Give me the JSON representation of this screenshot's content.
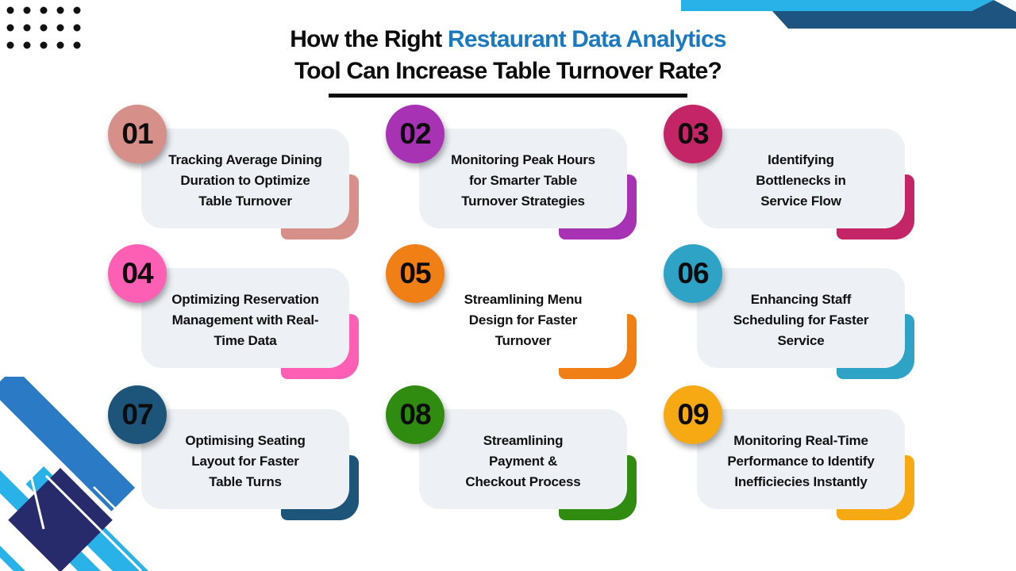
{
  "title": {
    "line1_black": "How the Right",
    "line1_blue": "Restaurant Data Analytics",
    "line2": "Tool Can Increase Table Turnover Rate?",
    "highlight_color": "#1b79c0"
  },
  "cards": [
    {
      "number": "01",
      "color": "#d78f89",
      "card_bg": "#edf1f6",
      "title_lines": [
        "Tracking Average Dining",
        "Duration to Optimize",
        "Table Turnover"
      ]
    },
    {
      "number": "02",
      "color": "#a832b4",
      "card_bg": "#edf1f6",
      "title_lines": [
        "Monitoring Peak Hours",
        "for Smarter Table",
        "Turnover Strategies"
      ]
    },
    {
      "number": "03",
      "color": "#c32566",
      "card_bg": "#edf1f6",
      "title_lines": [
        "Identifying",
        "Bottlenecks in",
        "Service Flow"
      ]
    },
    {
      "number": "04",
      "color": "#fc5fb4",
      "card_bg": "#edf1f6",
      "title_lines": [
        "Optimizing Reservation",
        "Management with Real-",
        "Time Data"
      ]
    },
    {
      "number": "05",
      "color": "#f07f16",
      "card_bg": "#ffffff",
      "title_lines": [
        "Streamlining Menu",
        "Design for Faster",
        "Turnover"
      ]
    },
    {
      "number": "06",
      "color": "#2fa3c6",
      "card_bg": "#edf1f6",
      "title_lines": [
        "Enhancing Staff",
        "Scheduling for Faster",
        "Service"
      ]
    },
    {
      "number": "07",
      "color": "#1d5479",
      "card_bg": "#edf1f6",
      "title_lines": [
        "Optimising Seating",
        "Layout for Faster",
        "Table Turns"
      ]
    },
    {
      "number": "08",
      "color": "#2f8c11",
      "card_bg": "#edf1f6",
      "title_lines": [
        "Streamlining",
        "Payment &",
        "Checkout Process"
      ]
    },
    {
      "number": "09",
      "color": "#f7a913",
      "card_bg": "#edf1f6",
      "title_lines": [
        "Monitoring Real-Time",
        "Performance to Identify",
        "Inefficiecies Instantly"
      ]
    }
  ],
  "decor": {
    "cyan": "#29b2e8",
    "medium_blue": "#2a7ac5",
    "indigo": "#272a6b",
    "navy": "#1d5480",
    "dot_color": "#111111"
  }
}
